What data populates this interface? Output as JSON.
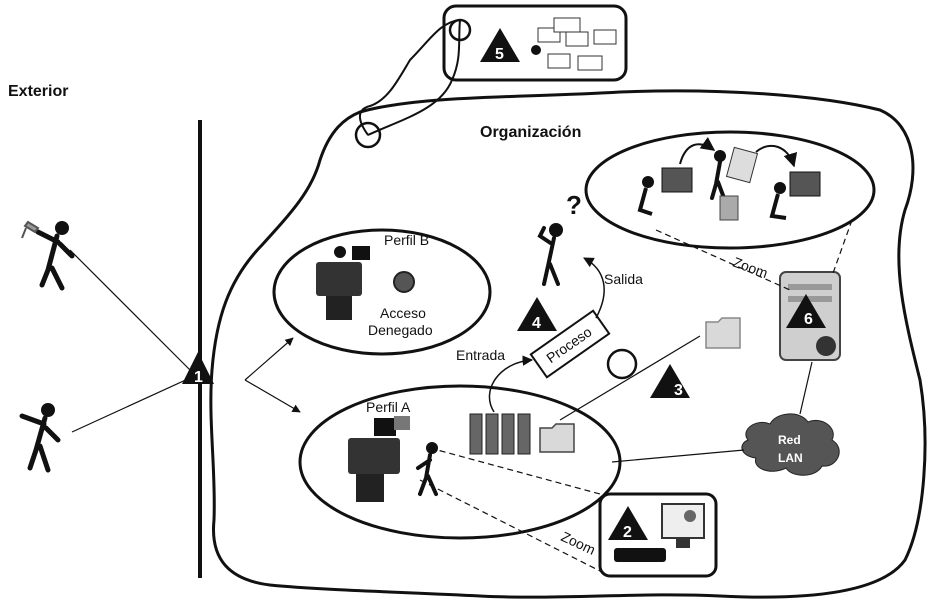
{
  "labels": {
    "exterior": "Exterior",
    "organizacion": "Organización",
    "perfil_b": "Perfil B",
    "acceso": "Acceso",
    "denegado": "Denegado",
    "perfil_a": "Perfil A",
    "salida": "Salida",
    "entrada": "Entrada",
    "proceso": "Proceso",
    "zoom_top": "Zoom",
    "zoom_bottom": "Zoom",
    "red": "Red",
    "lan": "LAN",
    "question": "?"
  },
  "markers": [
    "1",
    "2",
    "3",
    "4",
    "5",
    "6"
  ],
  "colors": {
    "ink": "#111111",
    "marker": "#111111",
    "server": "#cfcfcf",
    "cloud": "#555555",
    "folder": "#d9d9d9"
  }
}
